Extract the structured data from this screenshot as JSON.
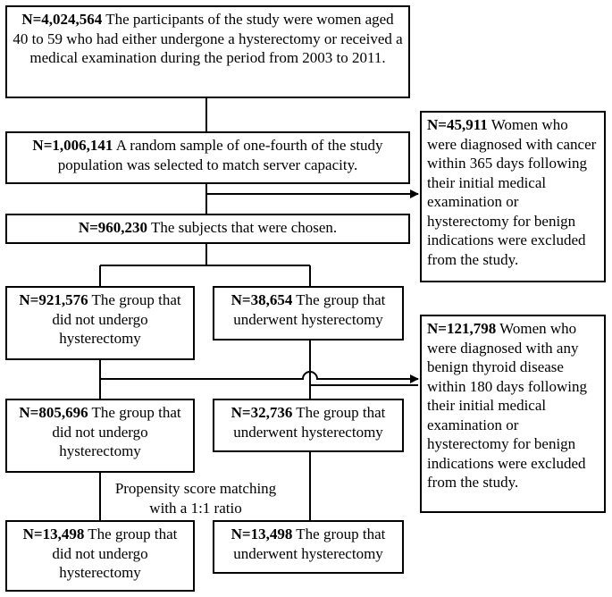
{
  "boxes": {
    "study_population": {
      "count": "N=4,024,564",
      "text": "The participants of the study were women aged 40 to 59 who had either undergone a hysterectomy or received a medical examination during the period from 2003 to 2011."
    },
    "random_sample": {
      "count": "N=1,006,141",
      "text": "A random sample of one-fourth of the study population was selected to match server capacity."
    },
    "cancer_excluded": {
      "count": "N=45,911",
      "text": "Women who were diagnosed with cancer within 365 days following their initial medical examination or hysterectomy for benign indications were excluded from the study."
    },
    "chosen_subjects": {
      "count": "N=960,230",
      "text": "The subjects that were chosen."
    },
    "no_hyst_1": {
      "count": "N=921,576",
      "text": "The group that did not undergo hysterectomy"
    },
    "hyst_1": {
      "count": "N=38,654",
      "text": "The group that underwent hysterectomy"
    },
    "thyroid_excluded": {
      "count": "N=121,798",
      "text": "Women who were diagnosed with any benign thyroid disease within 180 days following their initial medical examination or hysterectomy for benign indications were excluded from the study."
    },
    "no_hyst_2": {
      "count": "N=805,696",
      "text": "The group that did not undergo hysterectomy"
    },
    "hyst_2": {
      "count": "N=32,736",
      "text": "The group that underwent hysterectomy"
    },
    "no_hyst_3": {
      "count": "N=13,498",
      "text": "The group that did not undergo hysterectomy"
    },
    "hyst_3": {
      "count": "N=13,498",
      "text": "The group that underwent hysterectomy"
    }
  },
  "matching_label": "Propensity score matching with a 1:1 ratio"
}
